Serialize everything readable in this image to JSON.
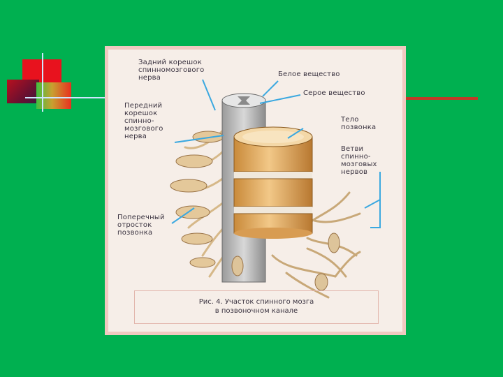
{
  "figure": {
    "labels": {
      "posterior_root": "Задний корешок\nспинномозгового\nнерва",
      "white_matter": "Белое вещество",
      "gray_matter": "Серое вещество",
      "anterior_root": "Передний\nкорешок\nспинно-\nмозгового\nнерва",
      "vertebral_body": "Тело\nпозвонка",
      "nerve_branches": "Ветви\nспинно-\nмозговых\nнервов",
      "transverse_process": "Поперечный\nотросток\nпозвонка"
    },
    "caption": "Рис. 4. Участок спинного мозга\nв позвоночном канале"
  },
  "colors": {
    "background": "#00b050",
    "leader_lines": "#3aa8e0",
    "accent_red": "#e8121e"
  }
}
